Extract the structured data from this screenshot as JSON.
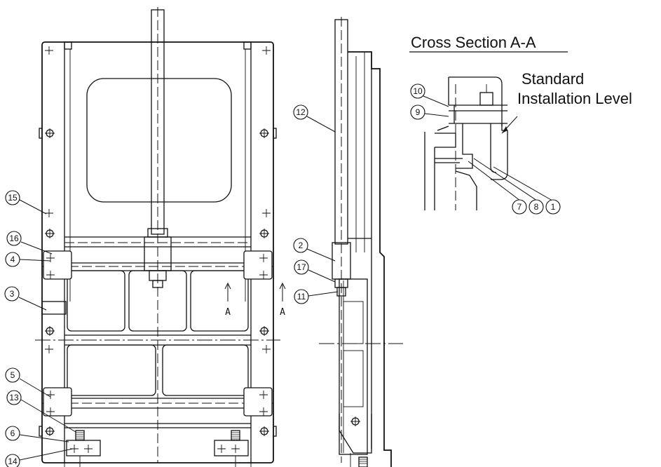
{
  "section_title": "Cross Section A-A",
  "installation_label_line1": "Standard",
  "installation_label_line2": "Installation Level",
  "section_marks": [
    "A",
    "A"
  ],
  "callouts": {
    "c1": "1",
    "c2": "2",
    "c3": "3",
    "c4": "4",
    "c5": "5",
    "c6": "6",
    "c7": "7",
    "c8": "8",
    "c9": "9",
    "c10": "10",
    "c11": "11",
    "c12": "12",
    "c13": "13",
    "c14": "14",
    "c15": "15",
    "c16": "16",
    "c17": "17"
  }
}
